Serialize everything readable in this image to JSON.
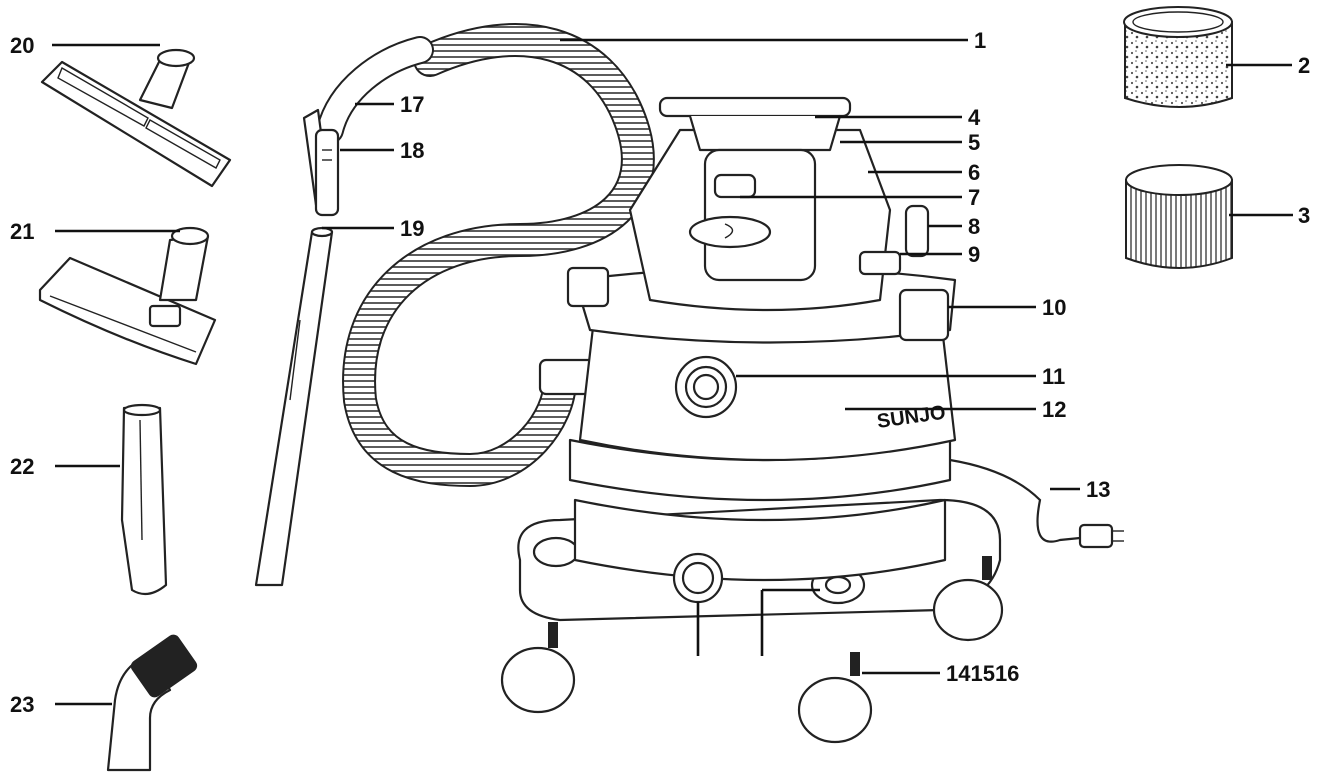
{
  "diagram": {
    "callouts": [
      {
        "id": "c1",
        "text": "1"
      },
      {
        "id": "c2",
        "text": "2"
      },
      {
        "id": "c3",
        "text": "3"
      },
      {
        "id": "c4",
        "text": "4"
      },
      {
        "id": "c5",
        "text": "5"
      },
      {
        "id": "c6",
        "text": "6"
      },
      {
        "id": "c7",
        "text": "7"
      },
      {
        "id": "c8",
        "text": "8"
      },
      {
        "id": "c9",
        "text": "9"
      },
      {
        "id": "c10",
        "text": "10"
      },
      {
        "id": "c11",
        "text": "11"
      },
      {
        "id": "c12",
        "text": "12"
      },
      {
        "id": "c13",
        "text": "13"
      },
      {
        "id": "c141516",
        "text": "141516"
      },
      {
        "id": "c17",
        "text": "17"
      },
      {
        "id": "c18",
        "text": "18"
      },
      {
        "id": "c19",
        "text": "19"
      },
      {
        "id": "c20",
        "text": "20"
      },
      {
        "id": "c21",
        "text": "21"
      },
      {
        "id": "c22",
        "text": "22"
      },
      {
        "id": "c23",
        "text": "23"
      }
    ],
    "brand_mark": "SUNJO"
  }
}
